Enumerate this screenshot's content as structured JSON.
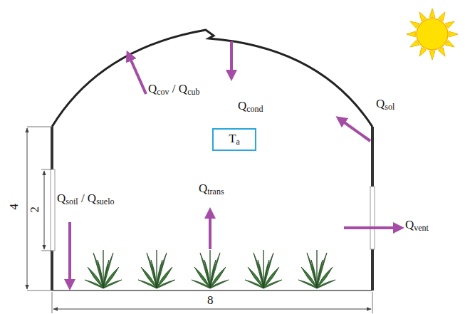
{
  "diagram": {
    "nodes": [
      {
        "text": [
          "Ta"
        ]
      }
    ],
    "labels": [
      "Qcov / Qcub",
      "Qcond",
      "Qsol",
      "Qtrans",
      "Qsoil / Qsuelo",
      "Qvent",
      "4",
      "2",
      "8"
    ]
  }
}
